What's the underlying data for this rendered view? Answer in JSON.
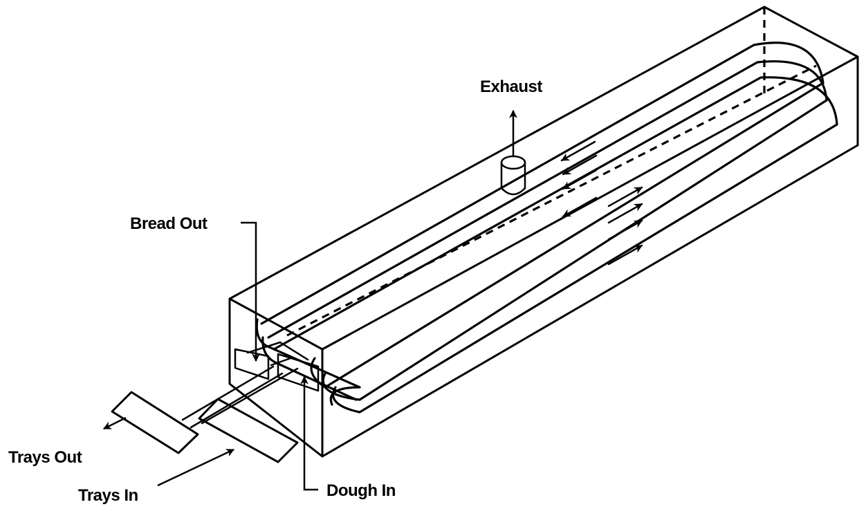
{
  "labels": {
    "exhaust": "Exhaust",
    "bread_out": "Bread Out",
    "trays_out": "Trays Out",
    "trays_in": "Trays In",
    "dough_in": "Dough In"
  }
}
